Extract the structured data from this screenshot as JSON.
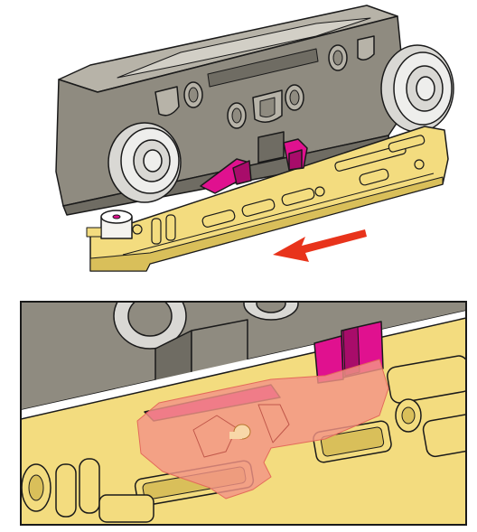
{
  "figure": {
    "top_view": {
      "parts": [
        "roller-carriage",
        "front-wheel",
        "rear-wheel",
        "damper-rail",
        "damper-lever",
        "damper-piston"
      ],
      "arrow_direction": "left"
    },
    "detail_view": {
      "parts": [
        "carriage-detail",
        "damper-rail-detail",
        "damper-lever-detail",
        "highlight-overlay"
      ]
    }
  },
  "colors": {
    "carriage": "#8f8b80",
    "carriage_dark": "#6f6c63",
    "carriage_light": "#b7b3a8",
    "rail": "#f3dc7f",
    "rail_dark": "#d9bf5a",
    "lever": "#e0118f",
    "lever_dark": "#a80c6a",
    "arrow": "#e8331b",
    "highlight": "#f39486",
    "outline": "#1a1a1a"
  }
}
